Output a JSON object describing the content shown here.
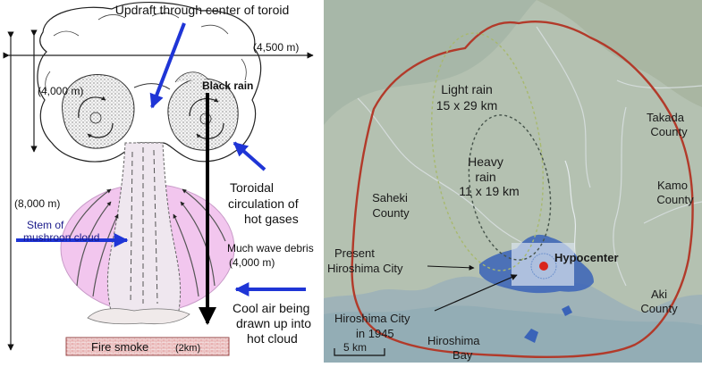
{
  "left_panel": {
    "title": "Updraft through center of toroid",
    "width_label": "(4,500 m)",
    "height_left_label": "(4,000 m)",
    "black_rain_label": "Black rain",
    "total_height_label": "(8,000 m)",
    "toroidal_line1": "Toroidal",
    "toroidal_line2": "circulation of",
    "toroidal_line3": "hot gases",
    "stem_line1": "Stem of",
    "stem_line2": "mushroon cloud",
    "debris_line1": "Much wave debris",
    "debris_line2": "(4,000 m)",
    "cool_air_line1": "Cool air being",
    "cool_air_line2": "drawn up into",
    "cool_air_line3": "hot cloud",
    "fire_smoke_text": "Fire  smoke",
    "fire_smoke_size": "(2km)"
  },
  "right_panel": {
    "light_rain_line1": "Light rain",
    "light_rain_line2": "15 x 29 km",
    "heavy_rain_line1": "Heavy",
    "heavy_rain_line2": "rain",
    "heavy_rain_line3": "11 x 19 km",
    "saheki_line1": "Saheki",
    "saheki_line2": "County",
    "takada_line1": "Takada",
    "takada_line2": "County",
    "kamo_line1": "Kamo",
    "kamo_line2": "County",
    "aki_line1": "Aki",
    "aki_line2": "County",
    "present_line1": "Present",
    "present_line2": "Hiroshima City",
    "hypocenter_label": "Hypocenter",
    "city1945_line1": "Hiroshima City",
    "city1945_line2": "in 1945",
    "bay_line1": "Hiroshima",
    "bay_line2": "Bay",
    "scale_label": "5  km"
  },
  "colors": {
    "blue_arrow": "#1f35d6",
    "pink_circle": "#f2c6ee",
    "rain_boundary": "#b23a2a",
    "hypocenter_dot": "#d9261c",
    "city_blue": "#3a63b8",
    "map_land": "#b4c1b1",
    "map_sea": "#93adb5"
  }
}
